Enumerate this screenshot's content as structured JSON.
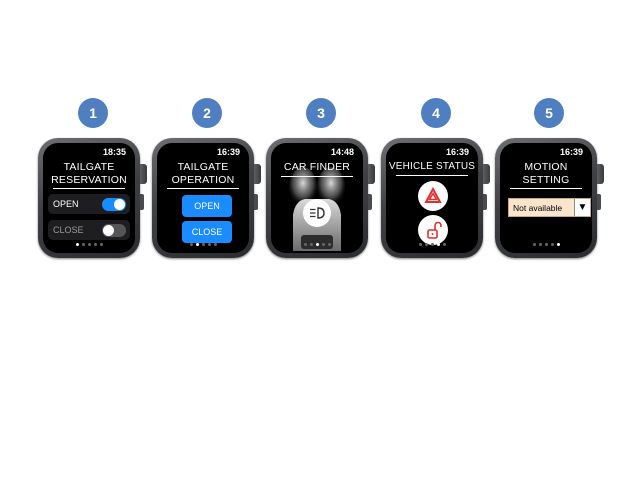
{
  "badges": [
    "1",
    "2",
    "3",
    "4",
    "5"
  ],
  "watches": [
    {
      "time": "18:35",
      "title_line1": "TAILGATE",
      "title_line2": "RESERVATION",
      "toggles": [
        {
          "label": "OPEN",
          "state": "on"
        },
        {
          "label": "CLOSE",
          "state": "off"
        }
      ],
      "page": 1
    },
    {
      "time": "16:39",
      "title_line1": "TAILGATE",
      "title_line2": "OPERATION",
      "buttons": [
        "OPEN",
        "CLOSE"
      ],
      "page": 2
    },
    {
      "time": "14:48",
      "title_line1": "CAR FINDER",
      "center_icon": "headlight-icon",
      "page": 3
    },
    {
      "time": "16:39",
      "title_line1": "VEHICLE STATUS",
      "icons": [
        "hazard-warning-icon",
        "unlocked-padlock-icon"
      ],
      "page": 4
    },
    {
      "time": "16:39",
      "title_line1": "MOTION",
      "title_line2": "SETTING",
      "select_value": "Not available",
      "page": 5
    }
  ],
  "page_count": 5,
  "colors": {
    "badge": "#4f7fc0",
    "toggle_on": "#1a8cff",
    "button_blue": "#1a8cff",
    "hazard_red": "#e03030",
    "select_bg": "#fbe4cc"
  }
}
